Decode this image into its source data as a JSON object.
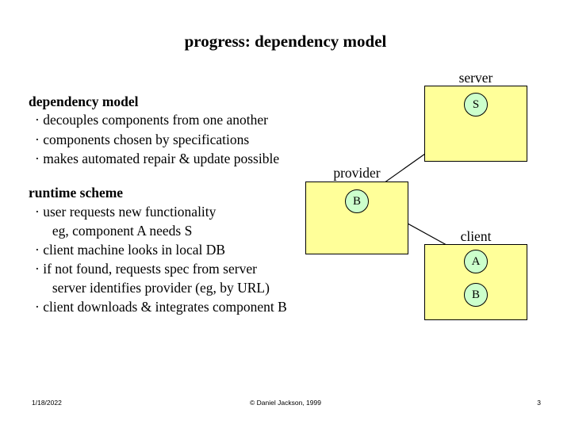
{
  "slide": {
    "title": "progress: dependency model",
    "text_blocks": [
      {
        "heading": "dependency model",
        "lines": [
          "· decouples components from one another",
          "· components chosen by specifications",
          "· makes automated repair & update possible"
        ]
      },
      {
        "heading": "runtime scheme",
        "lines": [
          "· user requests new functionality",
          "     eg, component A needs S",
          "· client machine looks in local DB",
          "· if not found, requests spec from server",
          "     server identifies provider (eg, by URL)",
          "· client downloads & integrates component B"
        ]
      }
    ],
    "boxes": [
      {
        "label": "server",
        "nodes": [
          "S"
        ]
      },
      {
        "label": "provider",
        "nodes": [
          "B"
        ]
      },
      {
        "label": "client",
        "nodes": [
          "A",
          "B"
        ]
      }
    ],
    "colors": {
      "box_fill": "#ffff99",
      "box_border": "#000000",
      "node_fill": "#ccffcc",
      "node_border": "#000000",
      "connector": "#000000",
      "text": "#000000"
    }
  },
  "footer": {
    "date": "1/18/2022",
    "copyright": "© Daniel Jackson, 1999",
    "page": "3"
  }
}
